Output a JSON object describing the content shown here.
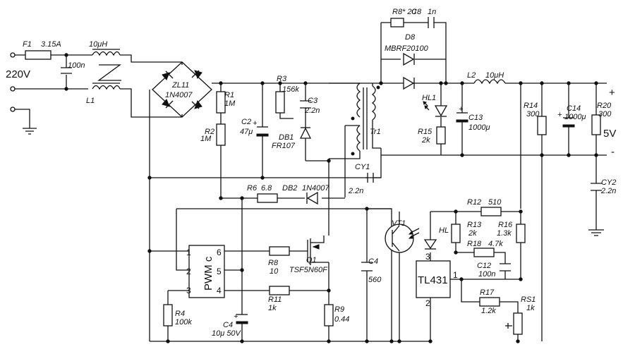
{
  "input": {
    "voltage": "220V"
  },
  "fuse": {
    "ref": "F1",
    "value": "3.15A"
  },
  "inductor_l1": {
    "ref": "L1",
    "value": "10μH"
  },
  "cap_x": {
    "value": "100n"
  },
  "bridge": {
    "ref": "ZL11",
    "part": "1N4007"
  },
  "r1": {
    "ref": "R1",
    "value": "1M"
  },
  "r2": {
    "ref": "R2",
    "value": "1M"
  },
  "c2": {
    "ref": "C2",
    "value": "47μ"
  },
  "r3": {
    "ref": "R3",
    "value": "156k"
  },
  "c3": {
    "ref": "C3",
    "value": "2.2n"
  },
  "db1": {
    "ref": "DB1",
    "part": "FR107"
  },
  "transformer": {
    "ref": "Tr1"
  },
  "snubber_r": {
    "ref": "R8* 20"
  },
  "snubber_c": {
    "ref": "C8",
    "value": "1n"
  },
  "d8": {
    "ref": "D8",
    "part": "MBRF20100"
  },
  "led_hl1": {
    "ref": "HL1"
  },
  "r15": {
    "ref": "R15",
    "value": "2k"
  },
  "c13": {
    "ref": "C13",
    "value": "1000μ"
  },
  "l2": {
    "ref": "L2",
    "value": "10μH"
  },
  "r14": {
    "ref": "R14",
    "value": "300"
  },
  "c14": {
    "ref": "C14",
    "value": "1000μ"
  },
  "r20": {
    "ref": "R20",
    "value": "300"
  },
  "output": {
    "voltage": "5V",
    "plus": "+",
    "minus": "-"
  },
  "cy1": {
    "ref": "CY1",
    "value": "2.2n"
  },
  "cy2": {
    "ref": "CY2",
    "value": "2.2n"
  },
  "r6": {
    "ref": "R6",
    "value": "6.8"
  },
  "db2": {
    "ref": "DB2",
    "part": "1N4007"
  },
  "pwm": {
    "label": "PWM c",
    "pins": [
      "1",
      "2",
      "3",
      "4",
      "5",
      "6"
    ]
  },
  "r8": {
    "ref": "R8",
    "value": "10"
  },
  "q1": {
    "ref": "Q1",
    "part": "TSF5N60F"
  },
  "c4_film": {
    "ref": "C4",
    "value": "560"
  },
  "vt1": {
    "ref": "VT1"
  },
  "opto_led": {
    "ref": "HL"
  },
  "r12": {
    "ref": "R12",
    "value": "510"
  },
  "r13": {
    "ref": "R13",
    "value": "2k"
  },
  "r16": {
    "ref": "R16",
    "value": "1.3k"
  },
  "r18": {
    "ref": "R18",
    "value": "4.7k"
  },
  "c12": {
    "ref": "C12",
    "value": "100n"
  },
  "tl431": {
    "label": "TL431",
    "pin1": "1",
    "pin2": "2",
    "pin3": "3"
  },
  "r17": {
    "ref": "R17",
    "value": "1.2k"
  },
  "rs1": {
    "ref": "RS1",
    "value": "1k"
  },
  "r11": {
    "ref": "R11",
    "value": "1k"
  },
  "r9": {
    "ref": "R9",
    "value": "0.44"
  },
  "r4": {
    "ref": "R4",
    "value": "100k"
  },
  "c4_elec": {
    "ref": "C4",
    "value": "10μ 50V"
  }
}
